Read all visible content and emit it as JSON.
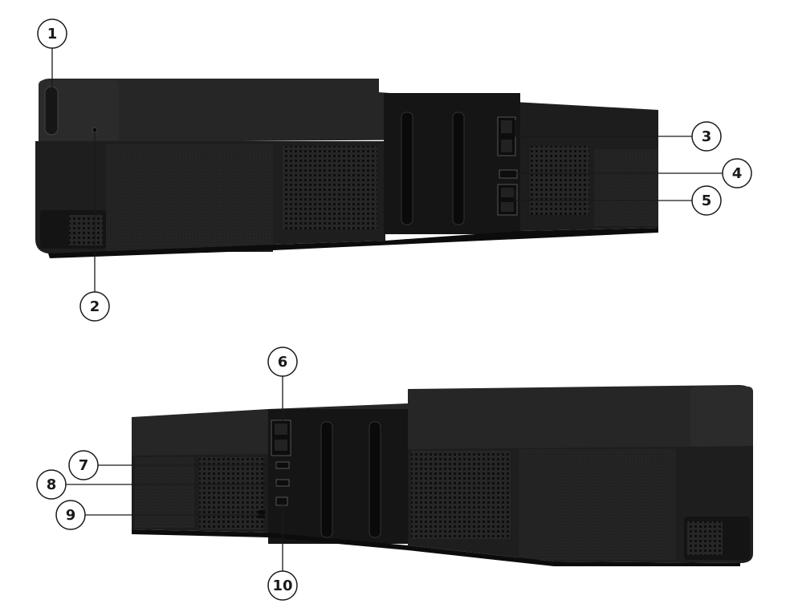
{
  "diagram": {
    "callouts": [
      {
        "id": "1",
        "label": "1"
      },
      {
        "id": "2",
        "label": "2"
      },
      {
        "id": "3",
        "label": "3"
      },
      {
        "id": "4",
        "label": "4"
      },
      {
        "id": "5",
        "label": "5"
      },
      {
        "id": "6",
        "label": "6"
      },
      {
        "id": "7",
        "label": "7"
      },
      {
        "id": "8",
        "label": "8"
      },
      {
        "id": "9",
        "label": "9"
      },
      {
        "id": "10",
        "label": "10"
      }
    ],
    "colors": {
      "device_body": "#1c1c1c",
      "device_top": "#2a2a2a",
      "fabric": "#232323",
      "grille": "#111111",
      "callout_stroke": "#1a1a1a",
      "callout_fill": "#ffffff"
    }
  }
}
